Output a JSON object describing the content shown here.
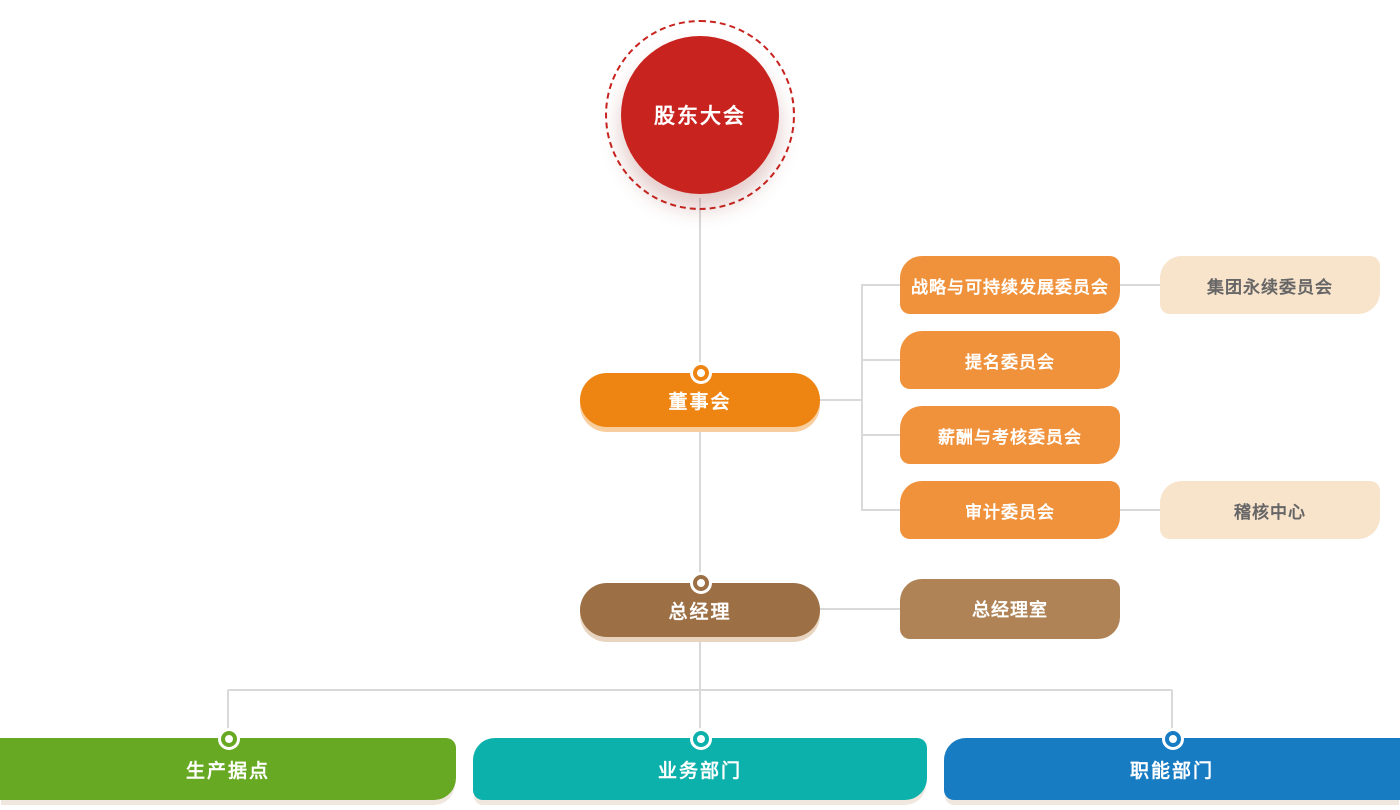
{
  "palette": {
    "red": "#C9231F",
    "orange": "#EE8412",
    "orangeLight": "#F0923C",
    "peach": "#F8E3CB",
    "peachText": "#666666",
    "brown": "#9C6F45",
    "brownLight": "#AF8355",
    "green": "#68A924",
    "teal": "#0DB1AB",
    "blue": "#187CC3",
    "line": "#D9D9D9"
  },
  "org": {
    "root": {
      "label": "股东大会"
    },
    "board": {
      "label": "董事会"
    },
    "committees": [
      {
        "label": "战略与可持续发展委员会"
      },
      {
        "label": "提名委员会"
      },
      {
        "label": "薪酬与考核委员会"
      },
      {
        "label": "审计委员会"
      }
    ],
    "affiliates": [
      {
        "label": "集团永续委员会"
      },
      {
        "label": "稽核中心"
      }
    ],
    "gm": {
      "label": "总经理"
    },
    "gm_office": {
      "label": "总经理室"
    },
    "departments": [
      {
        "label": "生产据点"
      },
      {
        "label": "业务部门"
      },
      {
        "label": "职能部门"
      }
    ]
  }
}
